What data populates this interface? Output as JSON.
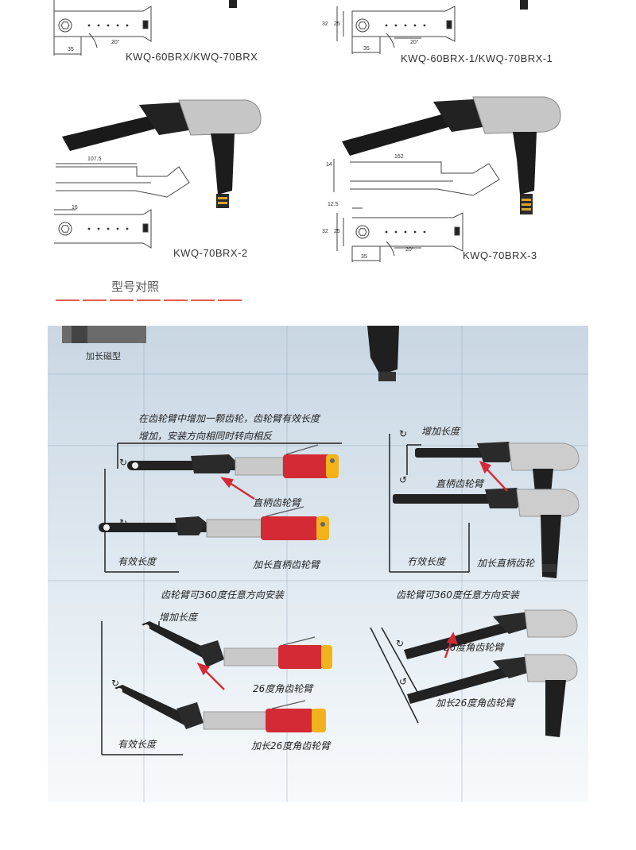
{
  "top": {
    "models": {
      "m1": "KWQ-60BRX/KWQ-70BRX",
      "m2": "KWQ-60BRX-1/KWQ-70BRX-1",
      "m3": "KWQ-70BRX-2",
      "m4": "KWQ-70BRX-3"
    },
    "dims": {
      "d35a": "35",
      "d20a": "20°",
      "d32b": "32",
      "d25b": "25",
      "d35b": "35",
      "d20b": "20°",
      "d1075": "107.5",
      "d16": "16",
      "d162": "162",
      "d14": "14",
      "d125": "12.5",
      "d32c": "32",
      "d25c": "25",
      "d35c": "35",
      "d20c": "20°"
    },
    "comparison_heading": "型号对照",
    "accent_color": "#d9251c"
  },
  "bottom": {
    "magnet_label": "加长磁型",
    "note_top": "在齿轮臂中增加一颗齿轮，齿轮臂有效长度",
    "note_top2": "增加，安装方向相同时转向相反",
    "straight_arm": "直柄齿轮臂",
    "effective_length": "有效长度",
    "long_straight_arm": "加长直柄齿轮臂",
    "increase_length": "增加长度",
    "straight_arm_r": "直柄齿轮臂",
    "effective_length_r": "冇效长度",
    "long_straight_arm_r": "加长直柄齿轮",
    "rotate_360_left": "齿轮臂可360度任意方向安装",
    "rotate_360_right": "齿轮臂可360度任意方向安装",
    "increase_length_2": "增加长度",
    "angle_arm": "26度角齿轮臂",
    "effective_length_2": "有效长度",
    "long_angle_arm": "加长26度角齿轮臂",
    "angle_arm_r": "26度角齿轮臂",
    "long_angle_arm_r": "加长26度角齿轮臂",
    "tool_red": "#d42a35",
    "tool_yellow": "#f2b21c"
  }
}
